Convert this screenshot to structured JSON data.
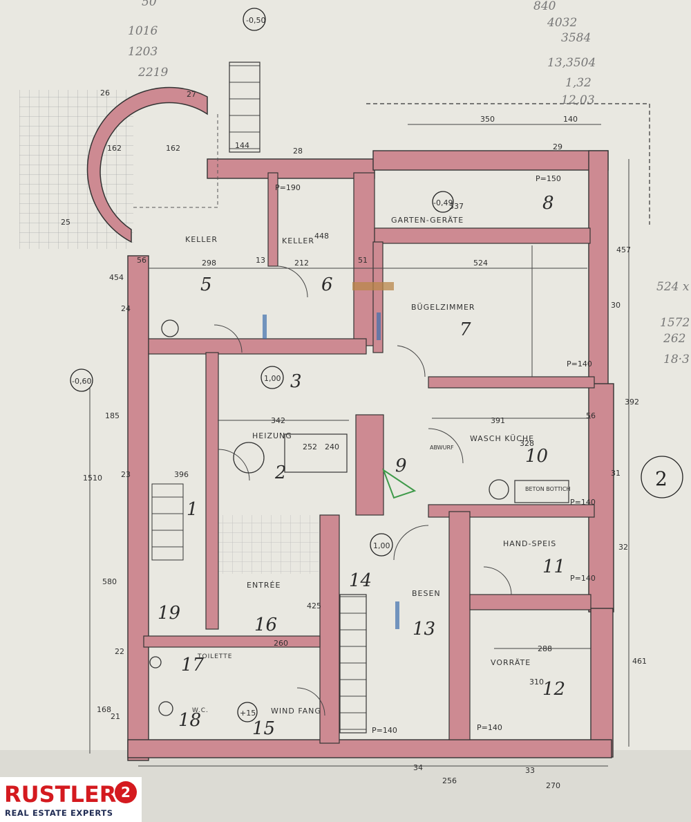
{
  "rooms": [
    {
      "name": "KELLER",
      "number": "5"
    },
    {
      "name": "KELLER",
      "number": "6"
    },
    {
      "name": "GARTEN-GERÄTE",
      "number": "8"
    },
    {
      "name": "BÜGELZIMMER",
      "number": "7"
    },
    {
      "name": "HEIZUNG",
      "number": "2"
    },
    {
      "name": "WASCH KÜCHE",
      "number": "10"
    },
    {
      "name": "HAND-SPEIS",
      "number": "11"
    },
    {
      "name": "ENTRÉE",
      "number": "16"
    },
    {
      "name": "VORRÄTE",
      "number": "12"
    },
    {
      "name": "BESEN",
      "number": "13"
    },
    {
      "name": "TOILETTE",
      "number": "17"
    },
    {
      "name": "W.C.",
      "number": "18"
    },
    {
      "name": "WIND FANG",
      "number": "15"
    },
    {
      "name": "",
      "number": "19"
    },
    {
      "name": "",
      "number": "3"
    },
    {
      "name": "",
      "number": "9"
    },
    {
      "name": "",
      "number": "14"
    },
    {
      "name": "",
      "number": "1"
    }
  ],
  "annotations": {
    "level_top": "-0,50",
    "level_left": "-0,60",
    "level_corr": "1,00",
    "level_stairs": "1,00",
    "level_wind": "+15",
    "level_garage": "-0,49",
    "sheet_no": "2",
    "betontottich": "BETON BOTTICH",
    "abwurf": "ABWURF",
    "notes_top": [
      "840",
      "4032",
      "3584",
      "13,3504",
      "1,32",
      "12,03"
    ],
    "notes_topleft": [
      "50",
      "1016",
      "1203",
      "2219"
    ],
    "notes_right": [
      "524 x",
      "1572",
      "262",
      "18·3"
    ]
  },
  "dimensions": {
    "d350": "350",
    "d140": "140",
    "d144": "144",
    "d162a": "162",
    "d162b": "162",
    "d298": "298",
    "d212": "212",
    "d524": "524",
    "d342": "342",
    "d391": "391",
    "d260": "260",
    "d288": "288",
    "d1510": "1510",
    "d580": "580",
    "d185": "185",
    "d454": "454",
    "d168": "168",
    "d457": "457",
    "d392": "392",
    "d461": "461",
    "d256": "256",
    "d270": "270",
    "d448": "448",
    "d337": "337",
    "d252": "252",
    "d240": "240",
    "d396": "396",
    "d328": "328",
    "d425": "425",
    "d310": "310",
    "d56a": "56",
    "d56b": "56",
    "d13": "13",
    "d51": "51",
    "p190": "P=190",
    "p150": "P=150",
    "p140a": "P=140",
    "p140b": "P=140",
    "p140c": "P=140",
    "p140d": "P=140",
    "p140e": "P=140",
    "d30": "30",
    "d31": "31",
    "d32": "32",
    "d33": "33",
    "d34": "34",
    "d29": "29",
    "d28": "28",
    "d27": "27",
    "d26": "26",
    "d25": "25",
    "d24": "24",
    "d21": "21",
    "d22": "22",
    "d23": "23"
  },
  "logo": {
    "name": "RUSTLER",
    "badge": "2",
    "tagline": "REAL ESTATE EXPERTS"
  },
  "colors": {
    "paper": "#e9e8e1",
    "wall": "#c8848a",
    "ink": "#2b2b2b",
    "brand_red": "#d41a1f",
    "brand_navy": "#1e2a52"
  }
}
